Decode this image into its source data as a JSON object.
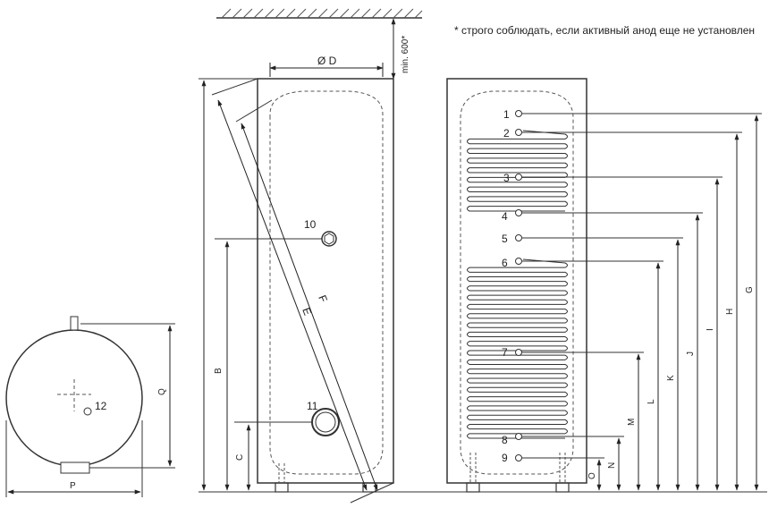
{
  "note": "* строго соблюдать, если активный анод еще не установлен",
  "ceiling_dimension": "min. 600*",
  "diameter_label": "Ø D",
  "side_view": {
    "dimensions": {
      "b": "B",
      "c": "C",
      "e": "E",
      "f": "F"
    },
    "connections": {
      "c10": "10",
      "c11": "11"
    }
  },
  "top_view": {
    "dimensions": {
      "p": "P",
      "q": "Q"
    },
    "connections": {
      "c12": "12"
    }
  },
  "front_view": {
    "connections": [
      "1",
      "2",
      "3",
      "4",
      "5",
      "6",
      "7",
      "8",
      "9"
    ],
    "dimensions": {
      "g": "G",
      "h": "H",
      "i": "I",
      "j": "J",
      "k": "K",
      "l": "L",
      "m": "M",
      "n": "N",
      "o": "O"
    }
  }
}
